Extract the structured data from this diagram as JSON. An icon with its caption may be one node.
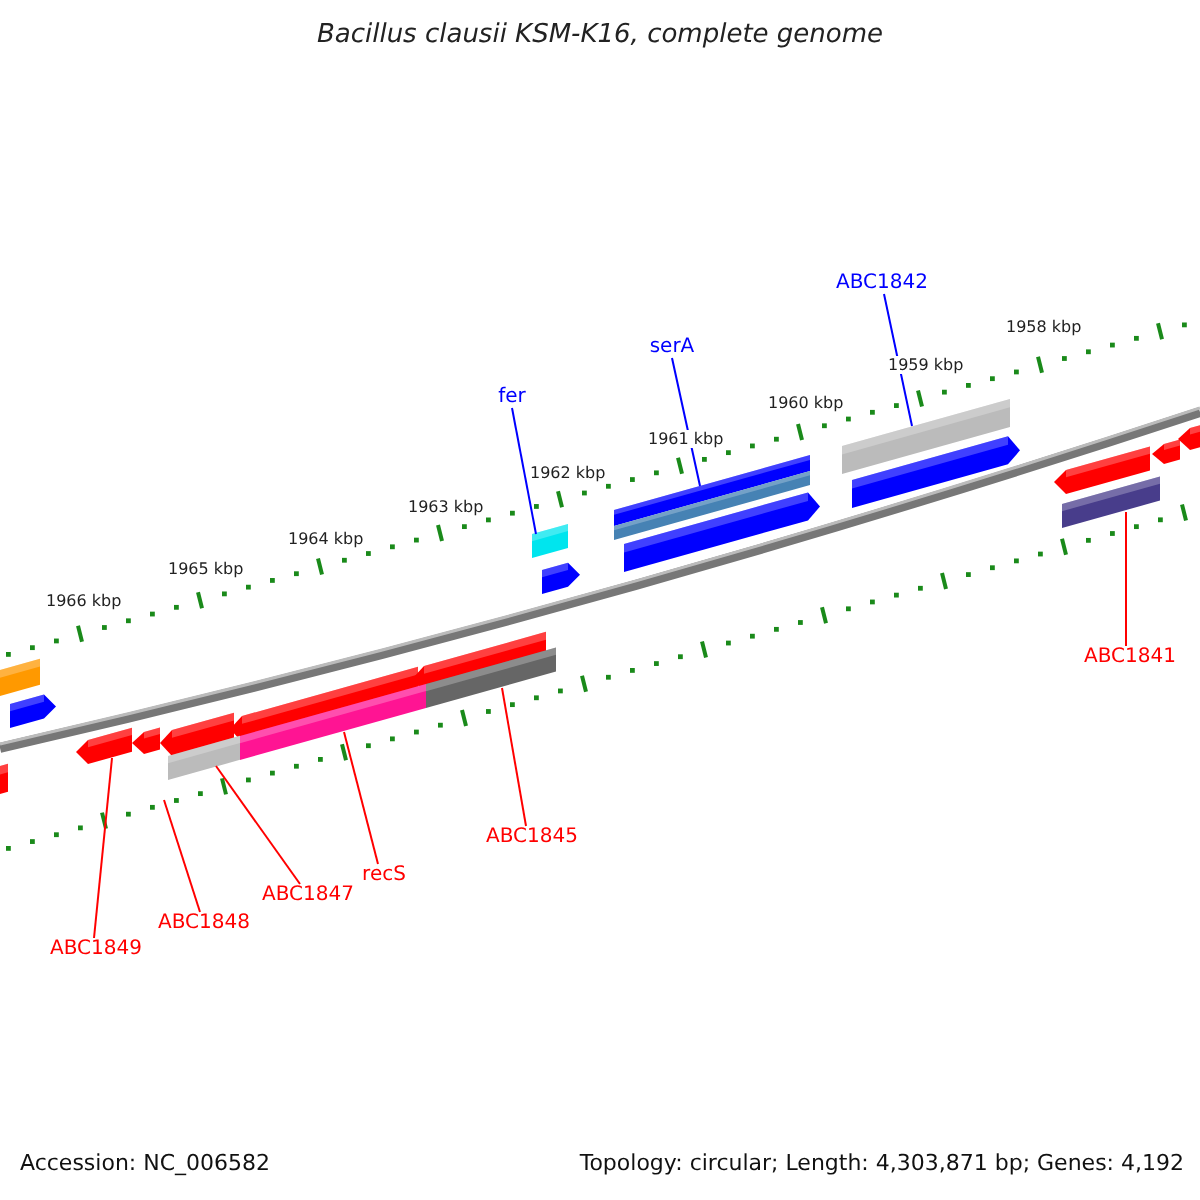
{
  "diagram": {
    "title": "Bacillus clausii KSM-K16, complete genome",
    "nodes": [
      {
        "text": [
          "fer"
        ]
      },
      {
        "text": [
          "serA"
        ]
      },
      {
        "text": [
          "ABC1842"
        ]
      },
      {
        "text": [
          "ABC1841"
        ]
      },
      {
        "text": [
          "ABC1845"
        ]
      },
      {
        "text": [
          "recS"
        ]
      },
      {
        "text": [
          "ABC1847"
        ]
      },
      {
        "text": [
          "ABC1848"
        ]
      },
      {
        "text": [
          "ABC1849"
        ]
      }
    ],
    "edges": [
      {
        "from": 0,
        "to": null,
        "arrow": "none",
        "color": "#0000ff"
      },
      {
        "from": 1,
        "to": null,
        "arrow": "none",
        "color": "#0000ff"
      },
      {
        "from": 2,
        "to": null,
        "arrow": "none",
        "color": "#0000ff"
      },
      {
        "from": 3,
        "to": null,
        "arrow": "none"
      },
      {
        "from": 4,
        "to": null,
        "arrow": "none"
      },
      {
        "from": 5,
        "to": null,
        "arrow": "none"
      },
      {
        "from": 6,
        "to": null,
        "arrow": "none"
      },
      {
        "from": 7,
        "to": null,
        "arrow": "none"
      },
      {
        "from": 8,
        "to": null,
        "arrow": "none"
      }
    ],
    "labels": [
      "1958 kbp",
      "1959 kbp",
      "1960 kbp",
      "1961 kbp",
      "1962 kbp",
      "1963 kbp",
      "1964 kbp",
      "1965 kbp",
      "1966 kbp",
      "Accession: NC_006582",
      "Topology: circular; Length: 4,303,871 bp; Genes: 4,192"
    ]
  }
}
